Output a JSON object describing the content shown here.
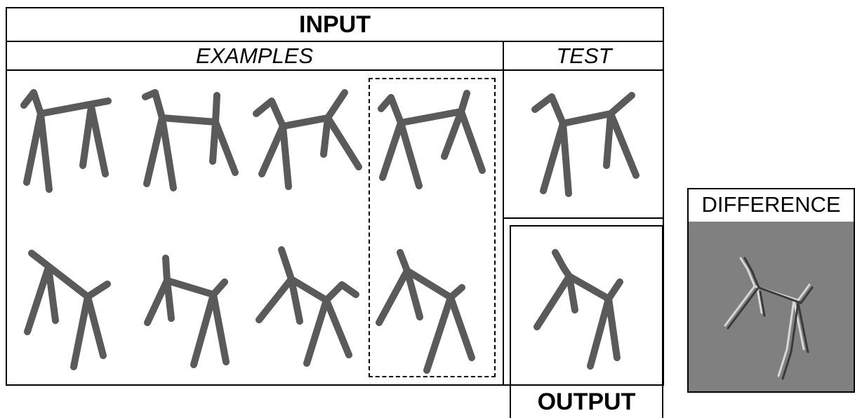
{
  "labels": {
    "input": "INPUT",
    "examples": "EXAMPLES",
    "test": "TEST",
    "output": "OUTPUT",
    "difference": "DIFFERENCE"
  },
  "colors": {
    "figure": "#5a5a5a",
    "difference_bg": "#808080",
    "border": "#000000"
  },
  "figures": {
    "examples_row1": [
      "stick-animal",
      "stick-animal",
      "stick-animal",
      "stick-animal"
    ],
    "examples_row2": [
      "stick-animal",
      "stick-animal",
      "stick-animal",
      "stick-animal"
    ],
    "test": "stick-animal",
    "output": "stick-animal",
    "difference": "difference-image"
  }
}
